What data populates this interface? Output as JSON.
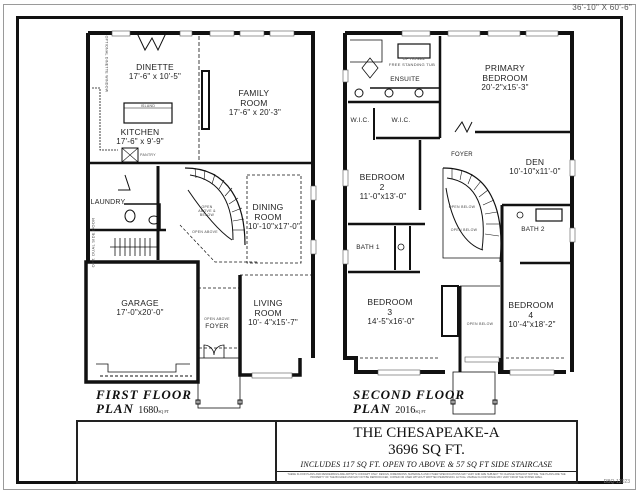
{
  "overall_dimensions": "36'-10\" X 60'-6\"",
  "first_floor": {
    "title_line1": "FIRST FLOOR",
    "title_line2": "PLAN",
    "sqft": "1680",
    "sqft_unit": "SQ FT",
    "rooms": [
      {
        "name": "DINETTE",
        "dims": "17'-6\" x 10'-5\""
      },
      {
        "name": "FAMILY ROOM",
        "dims": "17'-6\" x 20'-3\""
      },
      {
        "name": "KITCHEN",
        "dims": "17'-6\" x 9'-9\""
      },
      {
        "name": "LAUNDRY",
        "dims": ""
      },
      {
        "name": "DINING ROOM",
        "dims": "10'-10\"x17'-0\""
      },
      {
        "name": "GARAGE",
        "dims": "17'-0\"x20'-0\""
      },
      {
        "name": "FOYER",
        "dims": ""
      },
      {
        "name": "LIVING ROOM",
        "dims": "10'- 4\"x15'-7\""
      }
    ],
    "notes": {
      "open_above_stair": "OPEN ABOVE & BELOW",
      "open_above": "OPEN ABOVE",
      "foyer_open_above": "OPEN ABOVE",
      "side_door": "OPT. DUAL SIDE DOOR",
      "kitchen_island": "ISLAND",
      "pantry": "PANTRY",
      "optional_window": "OPTIONAL DINETTE WINDOW"
    }
  },
  "second_floor": {
    "title_line1": "SECOND FLOOR",
    "title_line2": "PLAN",
    "sqft": "2016",
    "sqft_unit": "SQ FT",
    "rooms": [
      {
        "name": "PRIMARY BEDROOM",
        "dims": "20'-2\"x15'-3\""
      },
      {
        "name": "ENSUITE",
        "dims": ""
      },
      {
        "name": "W.I.C.",
        "dims": ""
      },
      {
        "name": "W.I.C.",
        "dims": ""
      },
      {
        "name": "FOYER",
        "dims": ""
      },
      {
        "name": "DEN",
        "dims": "10'-10\"x11'-0\""
      },
      {
        "name": "BEDROOM 2",
        "dims": "11'-0\"x13'-0\""
      },
      {
        "name": "BATH 1",
        "dims": ""
      },
      {
        "name": "BATH 2",
        "dims": ""
      },
      {
        "name": "BEDROOM 3",
        "dims": "14'-5\"x16'-0\""
      },
      {
        "name": "BEDROOM 4",
        "dims": "10'-4\"x18'-2\""
      }
    ],
    "notes": {
      "optional_tub": "OPTIONAL",
      "optional_tub2": "FREE STANDING TUB",
      "open_below_1": "OPEN BELOW",
      "open_below_2": "OPEN BELOW",
      "open_below_3": "OPEN BELOW"
    }
  },
  "title_block": {
    "name": "THE CHESAPEAKE-A",
    "total_sqft": "3696 SQ FT.",
    "includes": "INCLUDES 117  SQ FT. OPEN TO ABOVE & 57 SQ FT SIDE STAIRCASE",
    "disclaimer": "THESE FLOOR PLANS AND RENDERINGS ARE ARTIST'S CONCEPT ONLY. DESIGN, DIMENSIONS, MATERIALS AND OTHER SPECIFICATIONS MAY VARY AND ARE SUBJECT TO CHANGE WITHOUT NOTICE. THE PLANS ARE THE PROPERTY OF THE BUILDER AND MAY NOT BE REPRODUCED, COPIED OR USED WITHOUT WRITTEN PERMISSION. ACTUAL USABLE FLOOR SPACE MAY VARY FROM THE STATED AREA."
  },
  "drawing_code": "DBQ-12023"
}
